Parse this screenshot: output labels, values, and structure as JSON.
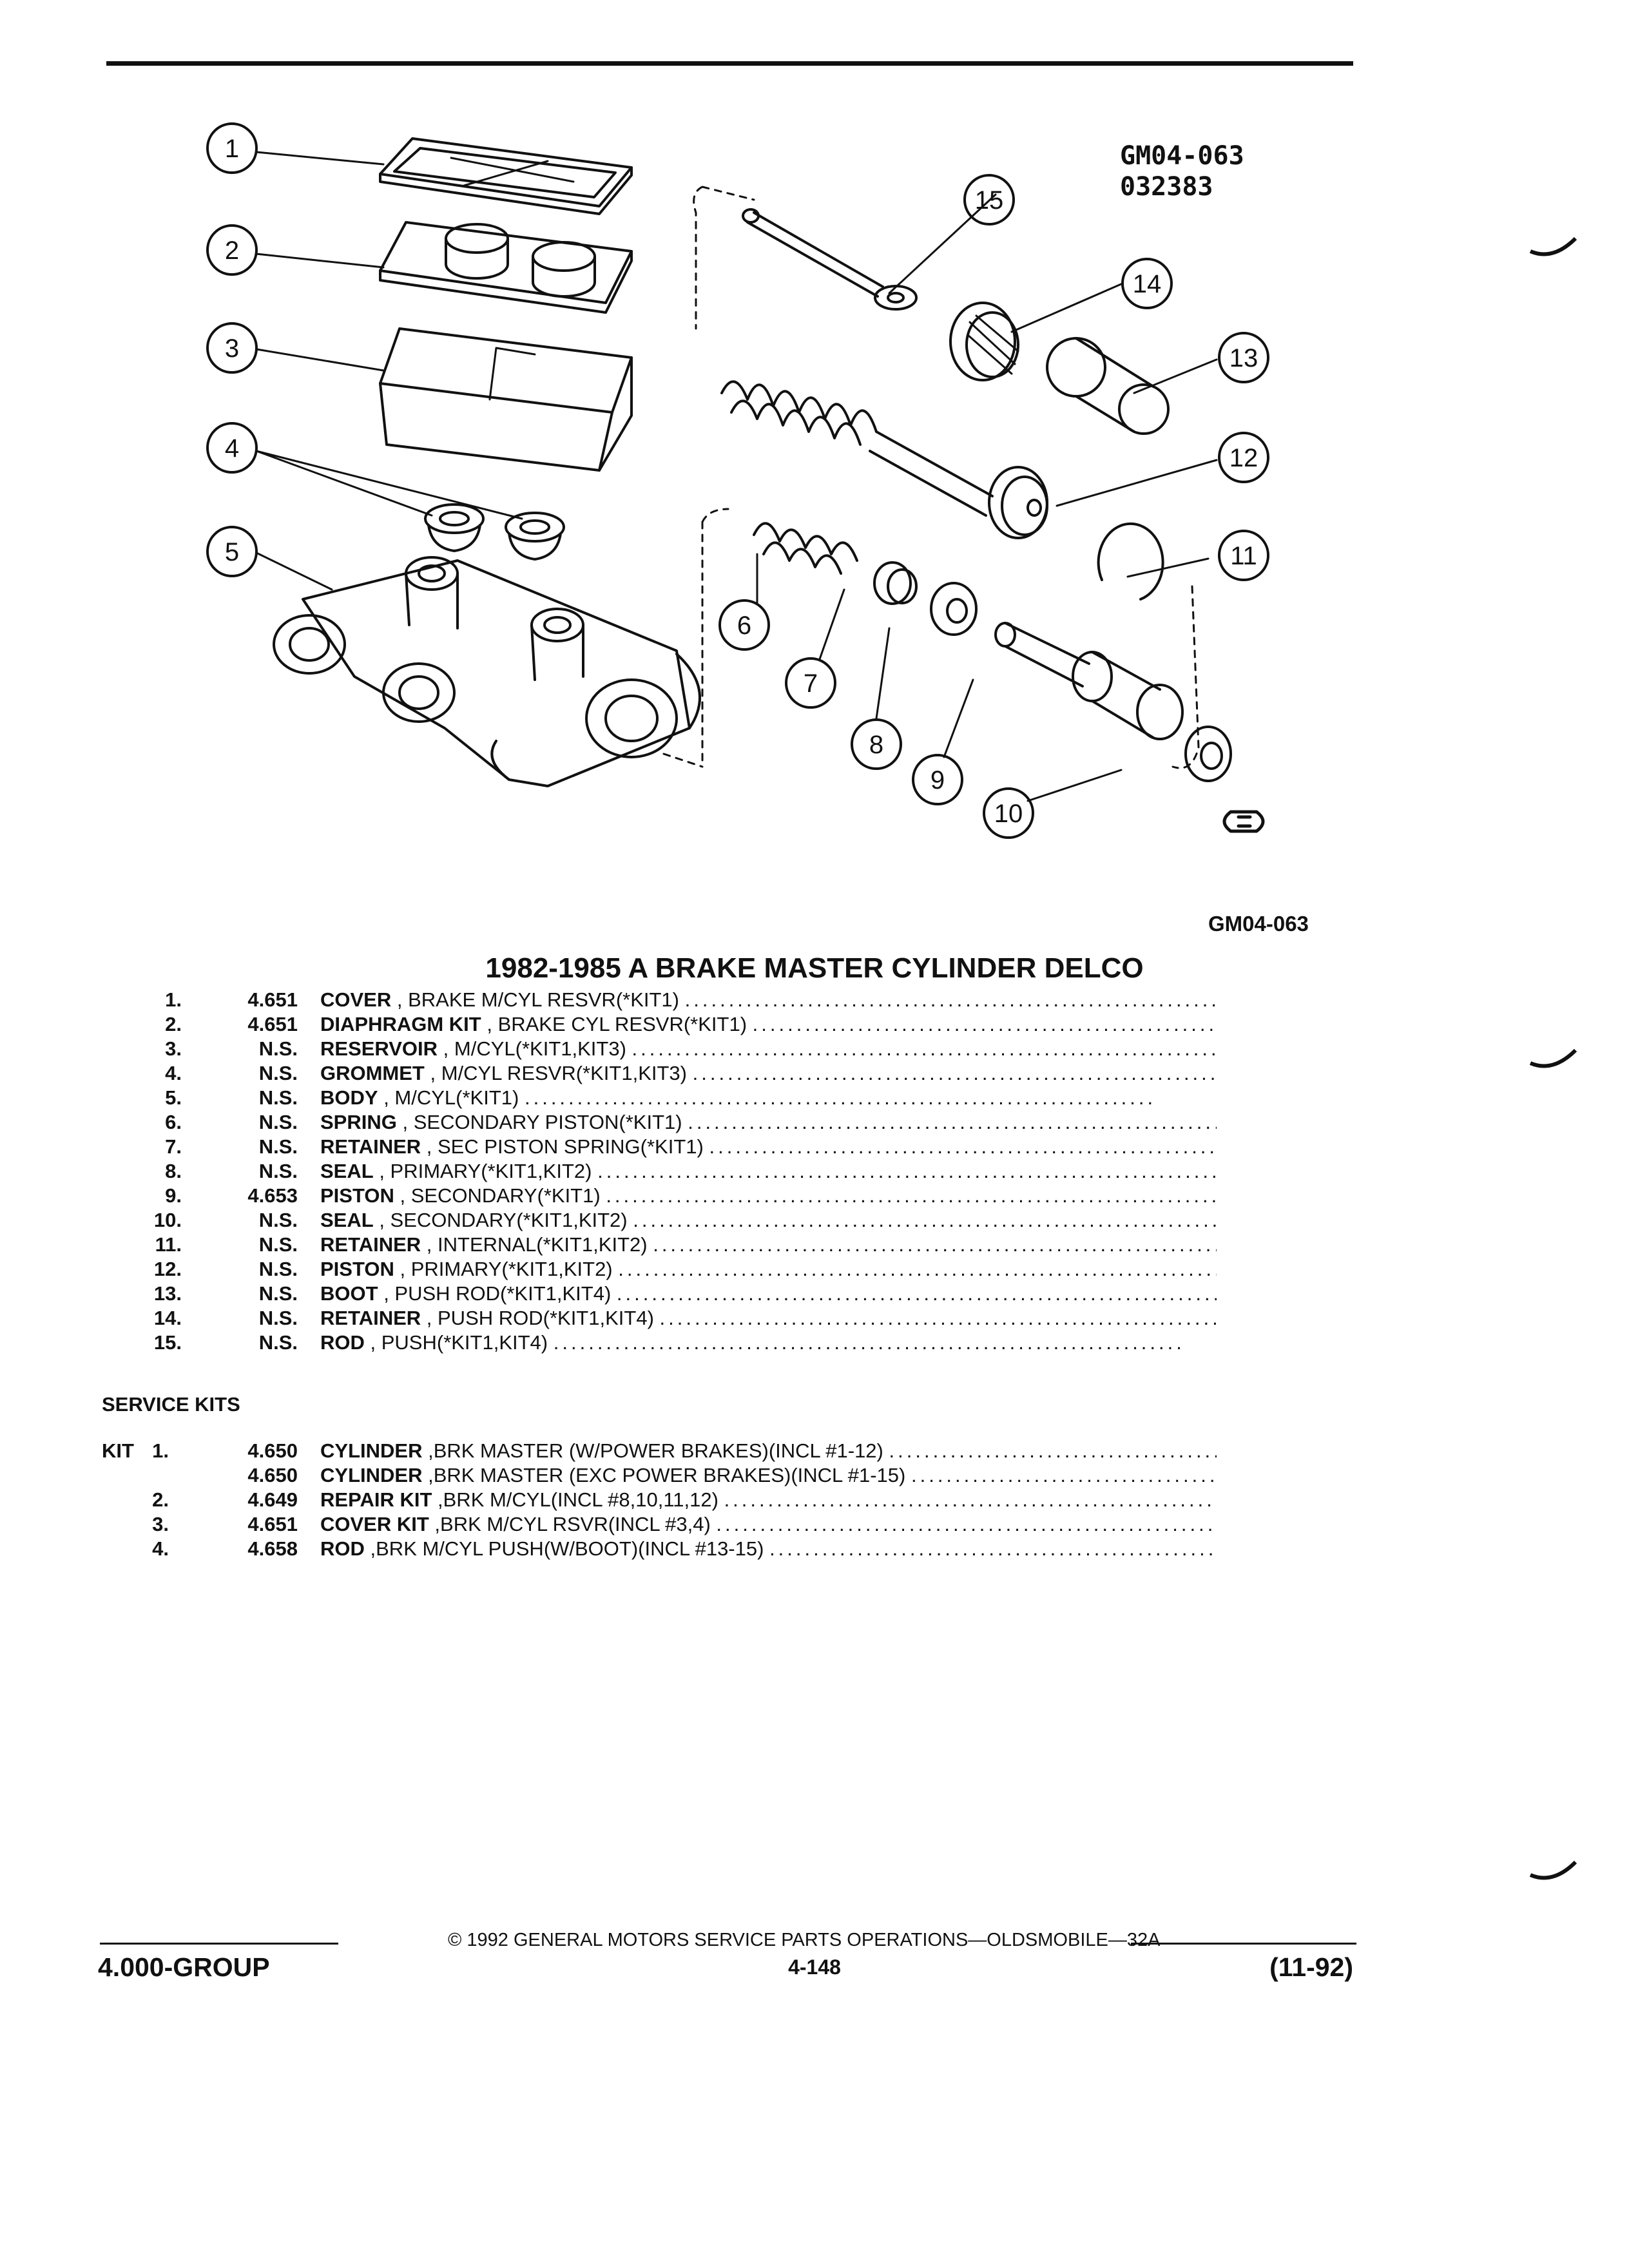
{
  "diagram": {
    "code_line1": "GM04-063",
    "code_line2": "032383",
    "callouts": [
      "1",
      "2",
      "3",
      "4",
      "5",
      "6",
      "7",
      "8",
      "9",
      "10",
      "11",
      "12",
      "13",
      "14",
      "15"
    ]
  },
  "figure_id": "GM04-063",
  "title": "1982-1985 A BRAKE MASTER CYLINDER DELCO",
  "parts": [
    {
      "index": "1.",
      "cat": "4.651",
      "name": "COVER",
      "detail": ", BRAKE M/CYL RESVR(*KIT1)"
    },
    {
      "index": "2.",
      "cat": "4.651",
      "name": "DIAPHRAGM KIT",
      "detail": ", BRAKE CYL RESVR(*KIT1)"
    },
    {
      "index": "3.",
      "cat": "N.S.",
      "name": "RESERVOIR",
      "detail": ", M/CYL(*KIT1,KIT3)"
    },
    {
      "index": "4.",
      "cat": "N.S.",
      "name": "GROMMET",
      "detail": ", M/CYL RESVR(*KIT1,KIT3)"
    },
    {
      "index": "5.",
      "cat": "N.S.",
      "name": "BODY",
      "detail": ", M/CYL(*KIT1)"
    },
    {
      "index": "6.",
      "cat": "N.S.",
      "name": "SPRING",
      "detail": ", SECONDARY PISTON(*KIT1)"
    },
    {
      "index": "7.",
      "cat": "N.S.",
      "name": "RETAINER",
      "detail": ", SEC PISTON SPRING(*KIT1)"
    },
    {
      "index": "8.",
      "cat": "N.S.",
      "name": "SEAL",
      "detail": ", PRIMARY(*KIT1,KIT2)"
    },
    {
      "index": "9.",
      "cat": "4.653",
      "name": "PISTON",
      "detail": ", SECONDARY(*KIT1)"
    },
    {
      "index": "10.",
      "cat": "N.S.",
      "name": "SEAL",
      "detail": ", SECONDARY(*KIT1,KIT2)"
    },
    {
      "index": "11.",
      "cat": "N.S.",
      "name": "RETAINER",
      "detail": ", INTERNAL(*KIT1,KIT2)"
    },
    {
      "index": "12.",
      "cat": "N.S.",
      "name": "PISTON",
      "detail": ", PRIMARY(*KIT1,KIT2)"
    },
    {
      "index": "13.",
      "cat": "N.S.",
      "name": "BOOT",
      "detail": ", PUSH ROD(*KIT1,KIT4)"
    },
    {
      "index": "14.",
      "cat": "N.S.",
      "name": "RETAINER",
      "detail": ", PUSH ROD(*KIT1,KIT4)"
    },
    {
      "index": "15.",
      "cat": "N.S.",
      "name": "ROD",
      "detail": ", PUSH(*KIT1,KIT4)"
    }
  ],
  "service_kits_heading": "SERVICE KITS",
  "kits": [
    {
      "label": "KIT",
      "index": "1.",
      "cat": "4.650",
      "name": "CYLINDER",
      "detail": ",BRK MASTER (W/POWER BRAKES)(INCL #1-12)"
    },
    {
      "label": "",
      "index": "",
      "cat": "4.650",
      "name": "CYLINDER",
      "detail": ",BRK MASTER (EXC POWER BRAKES)(INCL #1-15)"
    },
    {
      "label": "",
      "index": "2.",
      "cat": "4.649",
      "name": "REPAIR KIT",
      "detail": ",BRK M/CYL(INCL #8,10,11,12)"
    },
    {
      "label": "",
      "index": "3.",
      "cat": "4.651",
      "name": "COVER KIT",
      "detail": ",BRK M/CYL RSVR(INCL #3,4)"
    },
    {
      "label": "",
      "index": "4.",
      "cat": "4.658",
      "name": "ROD",
      "detail": ",BRK M/CYL PUSH(W/BOOT)(INCL #13-15)"
    }
  ],
  "footer": {
    "copyright": "© 1992 GENERAL MOTORS SERVICE PARTS OPERATIONS—OLDSMOBILE—32A",
    "group": "4.000-GROUP",
    "page": "4-148",
    "date": "(11-92)"
  }
}
